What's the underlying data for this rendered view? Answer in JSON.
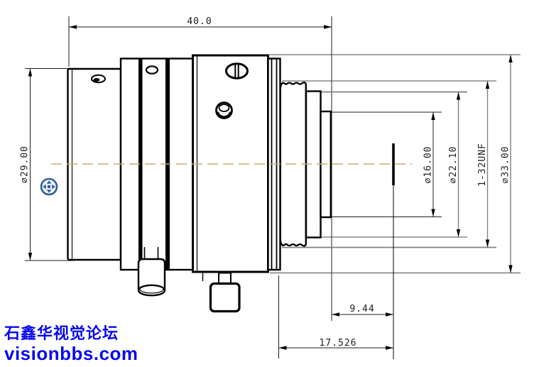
{
  "drawing": {
    "type": "lens-mechanical-drawing",
    "dimensions": {
      "total_length": "40.0",
      "front_diameter": "∅29.00",
      "rear_inner_diameter": "∅16.00",
      "rear_mid_diameter": "∅22.10",
      "mount_thread": "1-32UNF",
      "body_diameter": "∅33.00",
      "rear_to_image_plane": "9.44",
      "flange_focal_distance": "17.526"
    },
    "colors": {
      "outline": "#000000",
      "dim_line": "#1c1c1c",
      "dim_gray": "#808080",
      "centerline": "#d2a679",
      "watermark": "#0808f0",
      "cursor_icon": "#2d5f9e"
    },
    "icons": [
      {
        "name": "move-cursor-icon"
      }
    ]
  },
  "watermark": {
    "line1": "石鑫华视觉论坛",
    "line2": "visionbbs.com"
  }
}
